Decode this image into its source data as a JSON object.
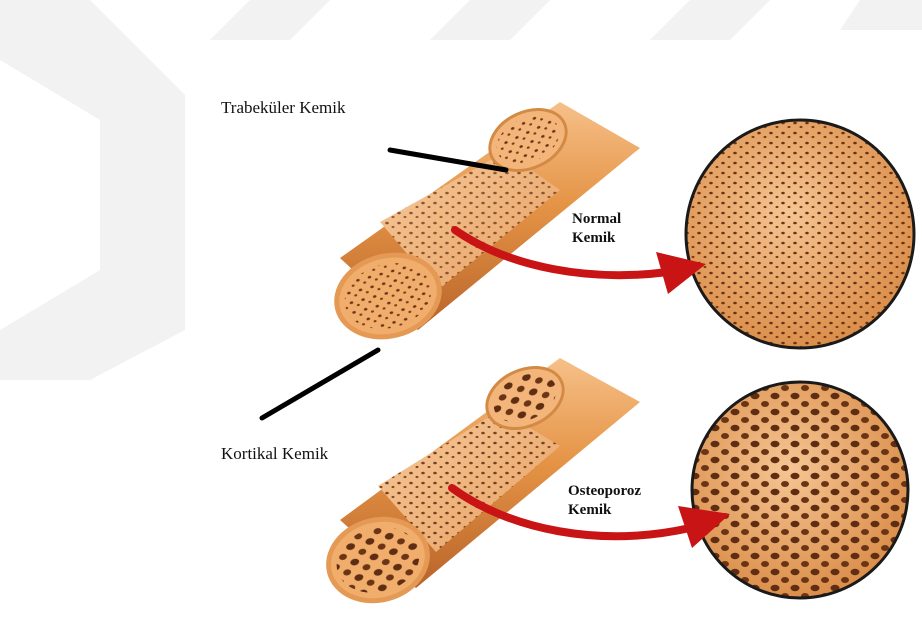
{
  "labels": {
    "trabecular": "Trabeküler Kemik",
    "cortical": "Kortikal Kemik",
    "normal_line1": "Normal",
    "normal_line2": "Kemik",
    "osteo_line1": "Osteoporoz",
    "osteo_line2": "Kemik"
  },
  "colors": {
    "bone_light": "#f3b57a",
    "bone_mid": "#e08a3e",
    "bone_dark": "#b8642a",
    "pore": "#6b3415",
    "arrow": "#c81414",
    "watermark": "#f2f2f2"
  },
  "icons": {
    "normal_bone": "normal-bone-icon",
    "osteoporotic_bone": "osteoporotic-bone-icon",
    "normal_magnified": "normal-bone-magnified-icon",
    "osteoporotic_magnified": "osteoporotic-bone-magnified-icon"
  }
}
